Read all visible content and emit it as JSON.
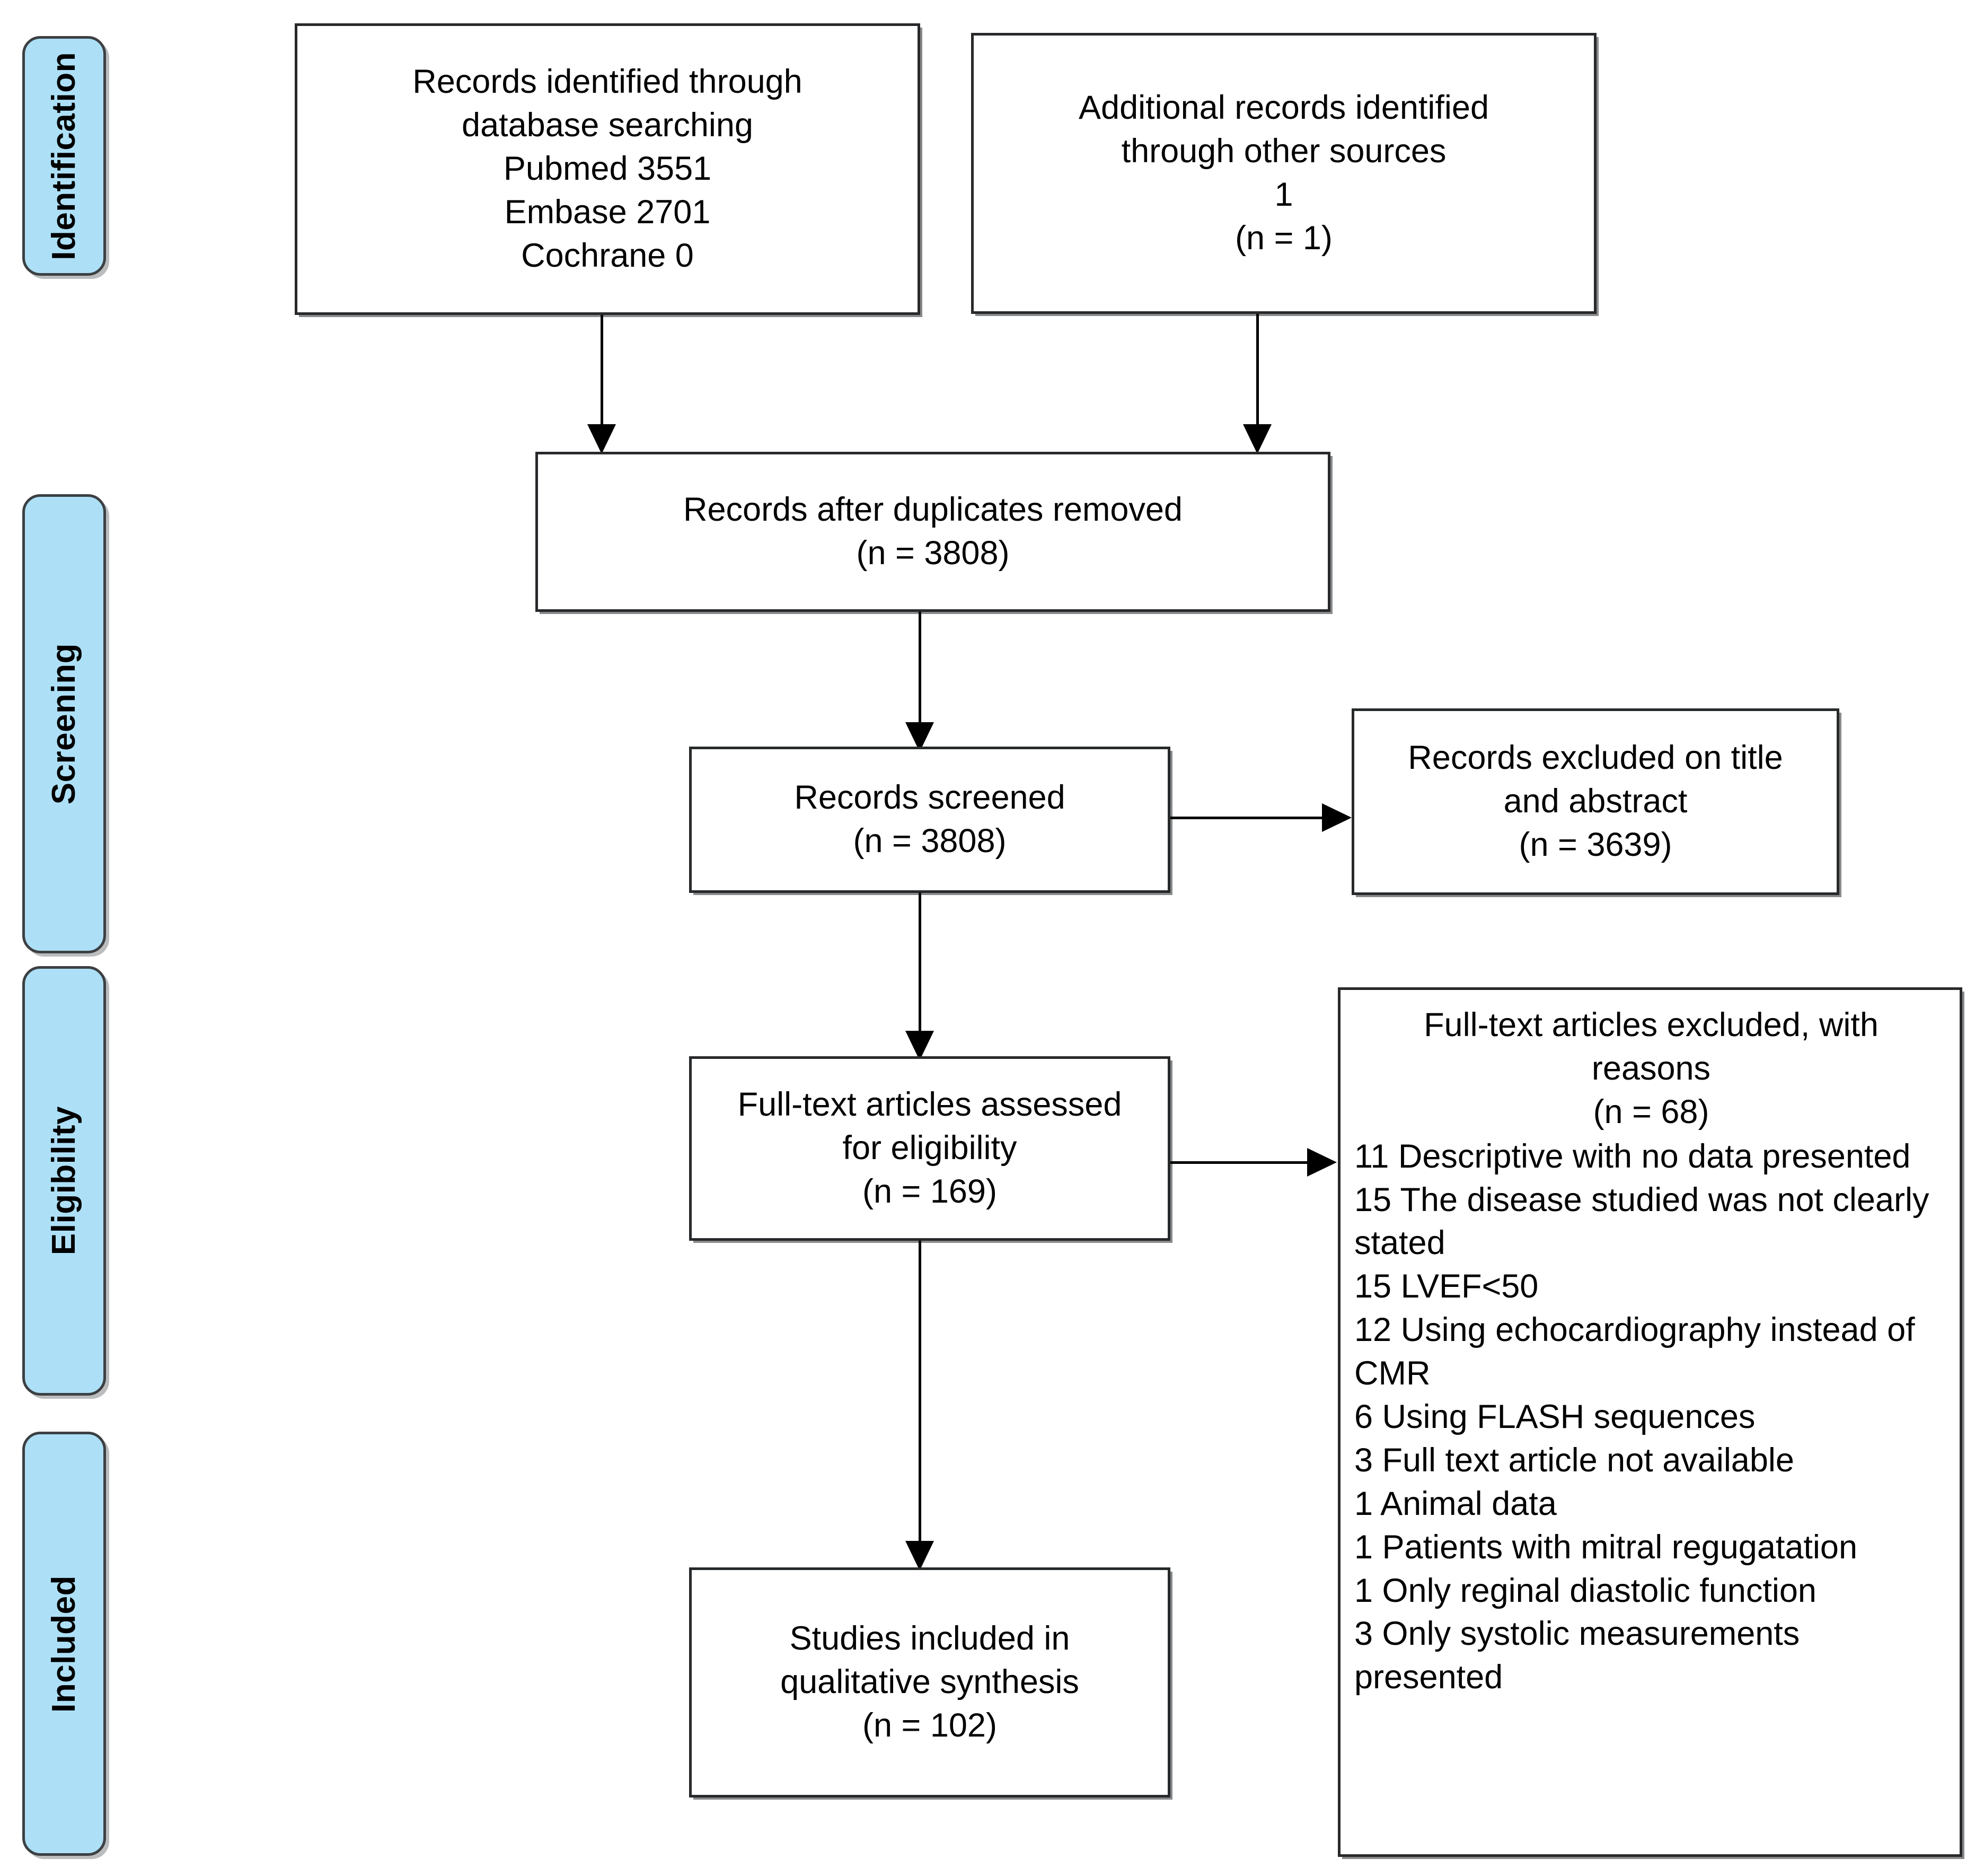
{
  "diagram": {
    "type": "prisma-flow-diagram",
    "stages": [
      {
        "id": "identification",
        "label": "Identification"
      },
      {
        "id": "screening",
        "label": "Screening"
      },
      {
        "id": "eligibility",
        "label": "Eligibility"
      },
      {
        "id": "included",
        "label": "Included"
      }
    ],
    "boxes": {
      "db_search": {
        "lines": [
          "Records identified through",
          "database searching",
          "Pubmed 3551",
          "Embase 2701",
          "Cochrane 0"
        ]
      },
      "other_sources": {
        "lines": [
          "Additional records identified",
          "through other sources",
          "1",
          "(n = 1)"
        ]
      },
      "duplicates_removed": {
        "lines": [
          "Records after duplicates removed",
          "(n = 3808)"
        ]
      },
      "records_screened": {
        "lines": [
          "Records screened",
          "(n = 3808)"
        ]
      },
      "records_excluded": {
        "lines": [
          "Records excluded on title",
          "and abstract",
          "(n = 3639)"
        ]
      },
      "fulltext_assessed": {
        "lines": [
          "Full-text articles assessed",
          "for eligibility",
          "(n = 169)"
        ]
      },
      "fulltext_excluded": {
        "heading": [
          "Full-text articles excluded, with",
          "reasons",
          "(n = 68)"
        ],
        "reasons": [
          "11 Descriptive with no data presented",
          "15 The disease studied was not clearly stated",
          "15 LVEF<50",
          "12 Using echocardiography instead of CMR",
          "6 Using FLASH sequences",
          "3 Full text article not available",
          "1 Animal data",
          "1 Patients with mitral regugatation",
          "1 Only reginal diastolic function",
          "3 Only systolic measurements presented"
        ]
      },
      "studies_included": {
        "lines": [
          "Studies included in",
          "qualitative synthesis",
          "(n = 102)"
        ]
      }
    },
    "colors": {
      "stage_fill": "#ADE0F7",
      "stage_border": "#3C4043",
      "box_border": "#27292B",
      "box_fill": "#FFFFFF",
      "connector": "#000000",
      "text": "#000000"
    }
  }
}
